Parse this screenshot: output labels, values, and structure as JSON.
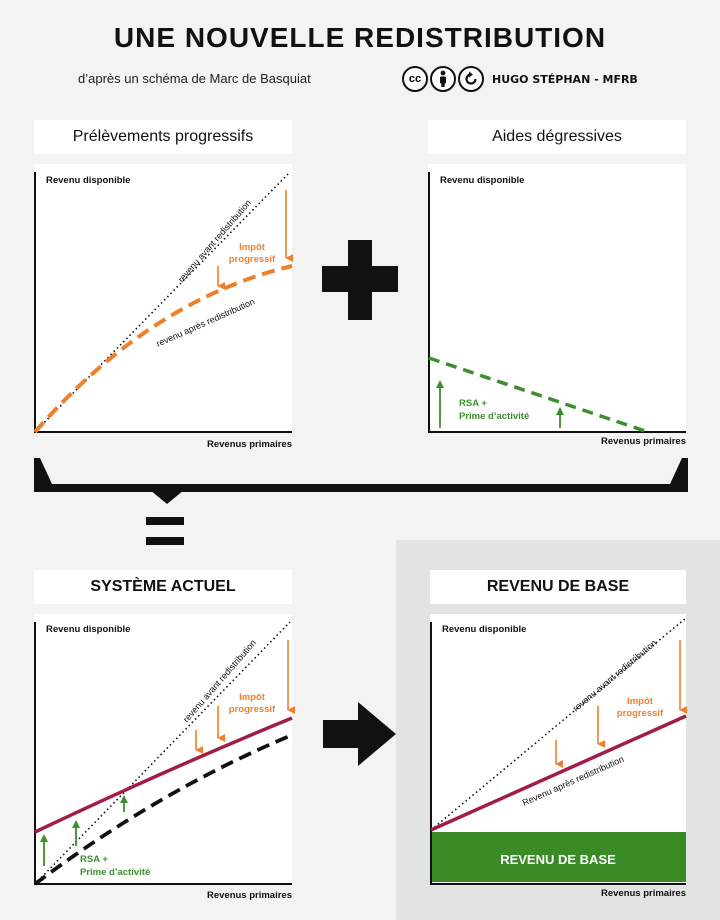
{
  "header": {
    "title": "UNE NOUVELLE REDISTRIBUTION",
    "subtitle": "d’après un schéma de Marc de Basquiat",
    "license_icons": [
      "cc-icon",
      "by-icon",
      "sa-icon"
    ],
    "license_cc_text": "cc",
    "author": "HUGO STÉPHAN - MFRB"
  },
  "panels": {
    "progressive": {
      "title": "Prélèvements progressifs",
      "y_label": "Revenu disponible",
      "x_label": "Revenus primaires",
      "line_before": "revenu avant redistribution",
      "line_after": "revenu après redistribution",
      "tax_label_1": "Impôt",
      "tax_label_2": "progressif"
    },
    "degressive": {
      "title": "Aides dégressives",
      "y_label": "Revenu disponible",
      "x_label": "Revenus primaires",
      "aid_label_1": "RSA +",
      "aid_label_2": "Prime d’activité"
    },
    "current": {
      "title": "SYSTÈME ACTUEL",
      "y_label": "Revenu disponible",
      "x_label": "Revenus primaires",
      "line_before": "revenu avant redistribution",
      "tax_label_1": "Impôt",
      "tax_label_2": "progressif",
      "aid_label_1": "RSA +",
      "aid_label_2": "Prime d’activité"
    },
    "basic": {
      "title": "REVENU DE BASE",
      "y_label": "Revenu disponible",
      "x_label": "Revenus primaires",
      "line_before": "revenu avant redistribution",
      "line_after": "Revenu après redistribution",
      "tax_label_1": "Impôt",
      "tax_label_2": "progressif",
      "bar_label": "REVENU DE BASE"
    }
  },
  "operators": {
    "plus": "plus-icon",
    "equals": "equals-icon",
    "arrow": "arrow-right-icon"
  },
  "colors": {
    "orange": "#f07f2c",
    "green": "#3b8f2c",
    "crimson": "#a01e43",
    "black": "#111111",
    "basic_income_bar": "#3a8a26"
  }
}
